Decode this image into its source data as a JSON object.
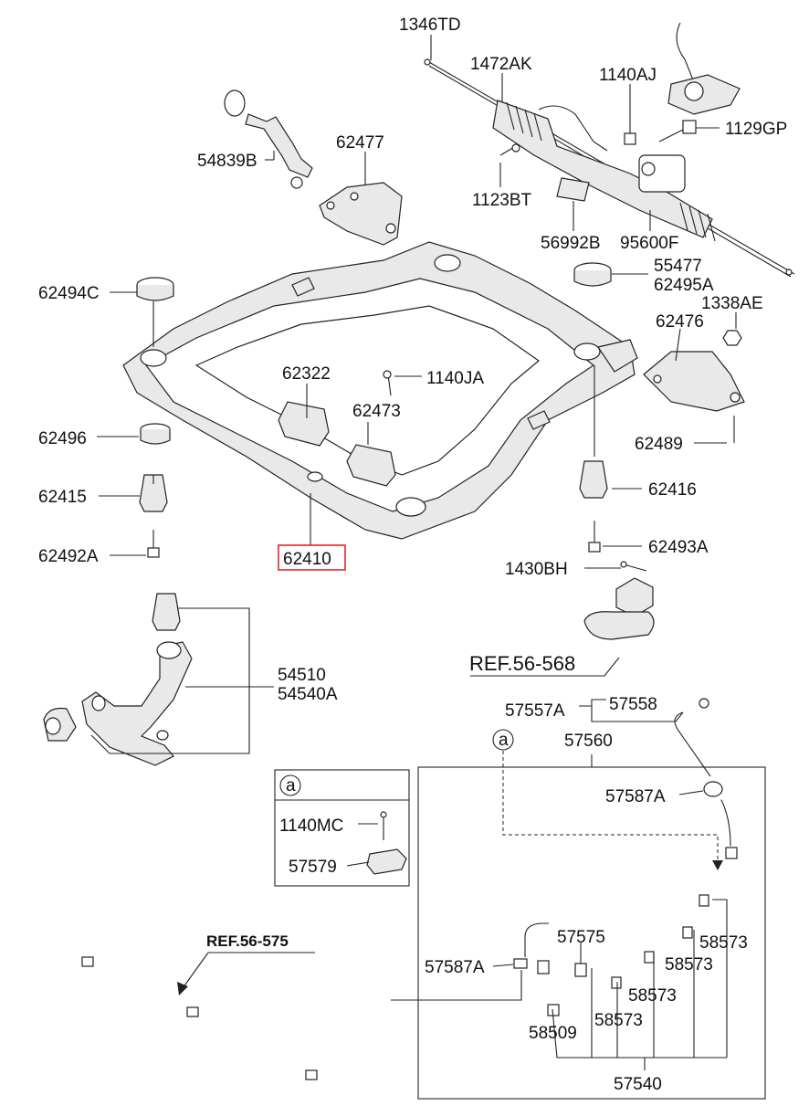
{
  "labels": {
    "p1346TD": "1346TD",
    "p1472AK": "1472AK",
    "p1140AJ": "1140AJ",
    "p1129GP": "1129GP",
    "p54839B": "54839B",
    "p62477": "62477",
    "p1123BT": "1123BT",
    "p56992B": "56992B",
    "p95600F": "95600F",
    "p55477": "55477",
    "p62495A": "62495A",
    "p62494C": "62494C",
    "p1338AE": "1338AE",
    "p62476": "62476",
    "p62322": "62322",
    "p1140JA": "1140JA",
    "p62473": "62473",
    "p62496": "62496",
    "p62489": "62489",
    "p62415": "62415",
    "p62416": "62416",
    "p62492A": "62492A",
    "p62493A": "62493A",
    "p62410": "62410",
    "p1430BH": "1430BH",
    "ref56568": "REF.56-568",
    "p54510": "54510",
    "p54540A": "54540A",
    "p57557A": "57557A",
    "p57558": "57558",
    "p57560": "57560",
    "circleA1": "a",
    "p57587A_1": "57587A",
    "circleA2": "a",
    "p1140MC": "1140MC",
    "p57579": "57579",
    "ref56575": "REF.56-575",
    "p57575": "57575",
    "p58573_1": "58573",
    "p57587A_2": "57587A",
    "p58573_2": "58573",
    "p58573_3": "58573",
    "p58509": "58509",
    "p58573_4": "58573",
    "p57540": "57540"
  },
  "highlight": {
    "part": "62410",
    "color": "#e0262d"
  }
}
